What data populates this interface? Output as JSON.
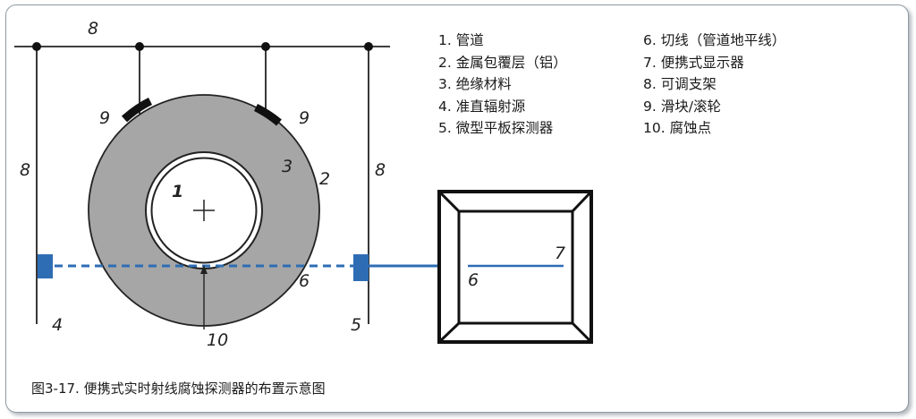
{
  "legend": {
    "col1": [
      "1. 管道",
      "2. 金属包覆层（铝）",
      "3. 绝缘材料",
      "4. 准直辐射源",
      "5. 微型平板探测器"
    ],
    "col2": [
      "6. 切线（管道地平线）",
      "7. 便携式显示器",
      "8. 可调支架",
      "9. 滑块/滚轮",
      "10. 腐蚀点"
    ]
  },
  "caption": "图3-17. 便携式实时射线腐蚀探测器的布置示意图",
  "labels": {
    "pipe": "1",
    "cladding": "2",
    "insulation": "3",
    "source": "4",
    "detector": "5",
    "tangent": "6",
    "display_tangent": "6",
    "display": "7",
    "stand_top": "8",
    "stand_left": "8",
    "stand_right": "8",
    "slider_left": "9",
    "slider_right": "9",
    "corrosion": "10"
  },
  "colors": {
    "insulation": "#a6a6a6",
    "blue": "#2e6db4",
    "frame": "#8e9ba3"
  }
}
